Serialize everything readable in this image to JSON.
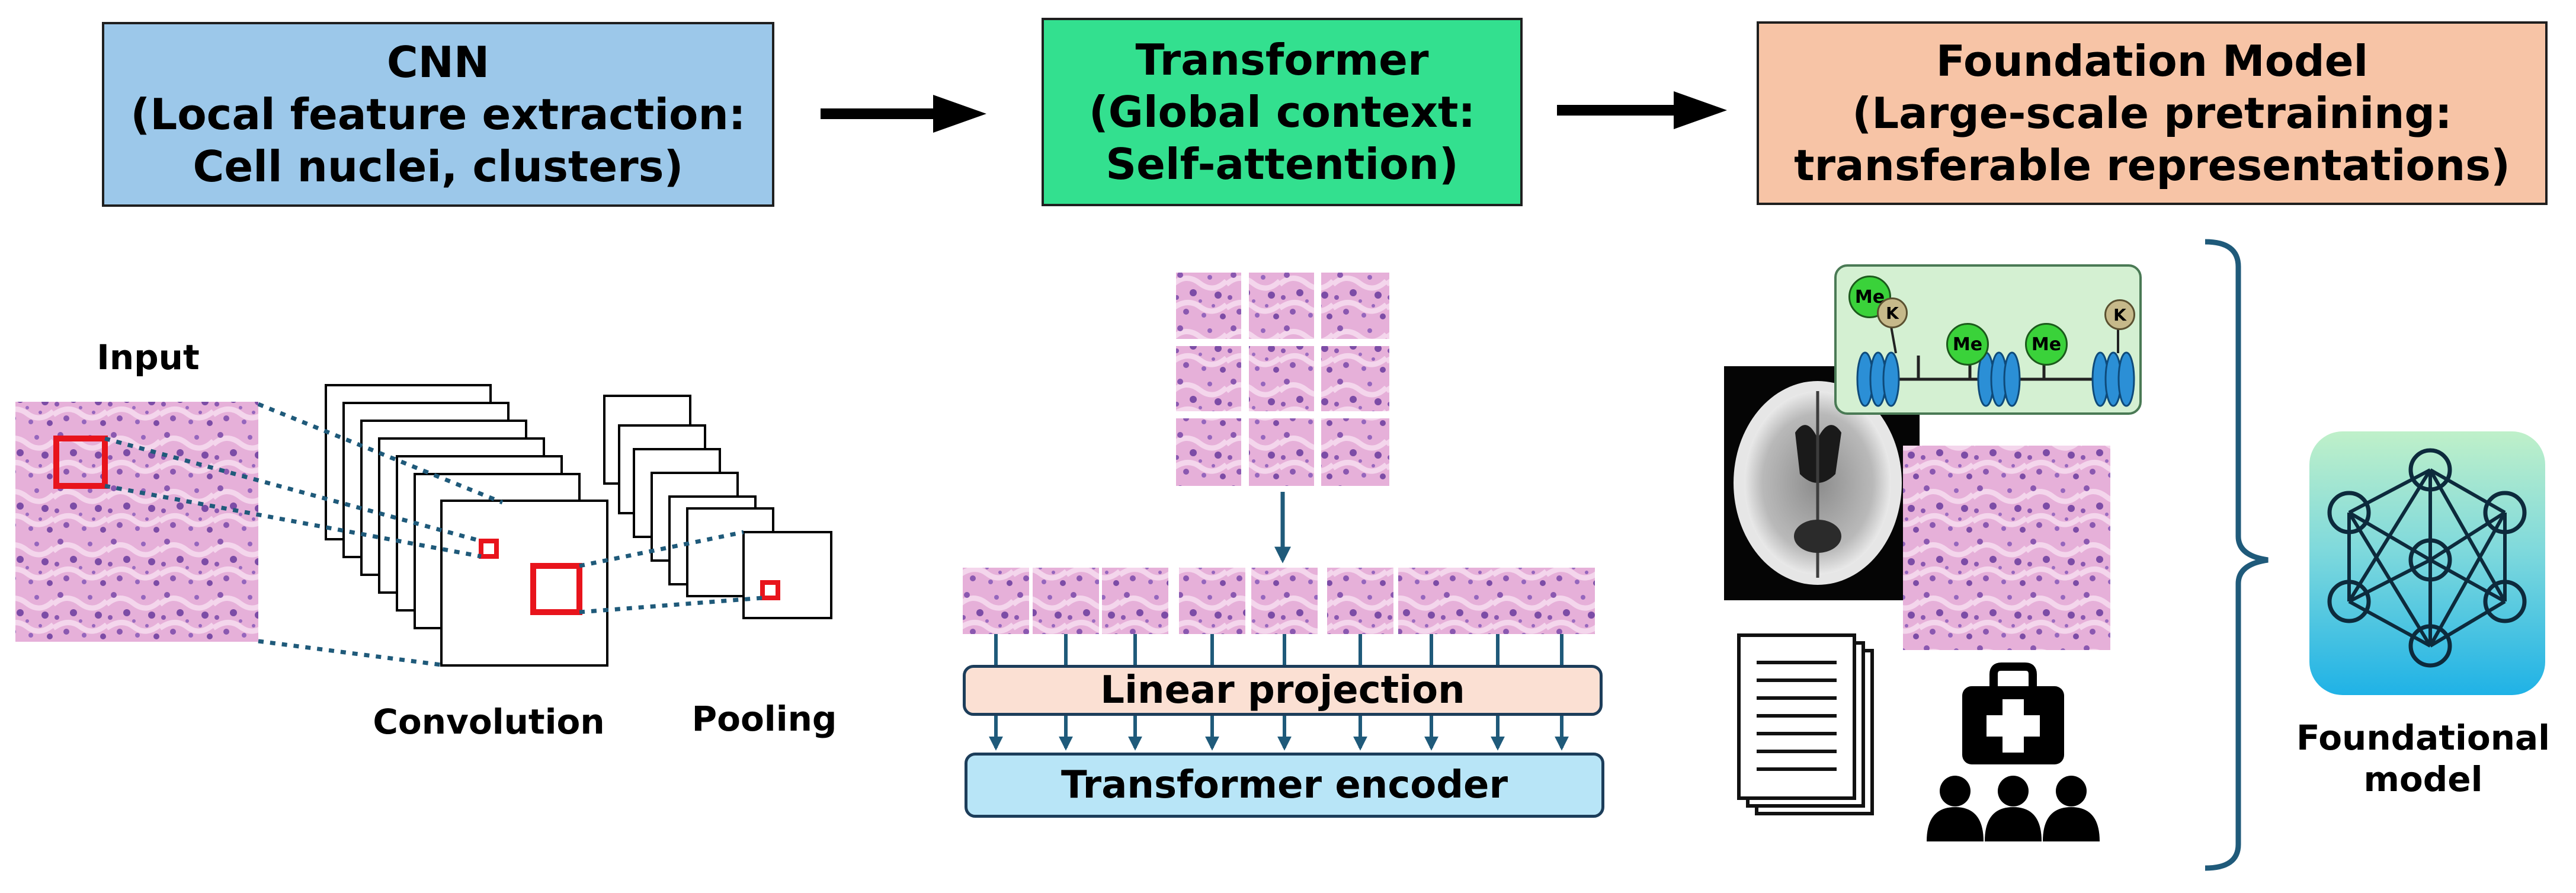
{
  "headers": {
    "cnn": {
      "title": "CNN",
      "line2": "(Local feature extraction:",
      "line3": "Cell nuclei, clusters)",
      "color": "#9cc8ea"
    },
    "transformer": {
      "title": "Transformer",
      "line2": "(Global context:",
      "line3": "Self-attention)",
      "color": "#33e08f"
    },
    "foundation": {
      "title": "Foundation Model",
      "line2": "(Large-scale pretraining:",
      "line3": "transferable representations)",
      "color": "#f7c4a6"
    }
  },
  "cnn_panel": {
    "input_label": "Input",
    "convolution_label": "Convolution",
    "pooling_label": "Pooling"
  },
  "transformer_panel": {
    "linear_projection_label": "Linear projection",
    "encoder_label": "Transformer encoder"
  },
  "foundation_panel": {
    "epigenetic_tags": {
      "methyl": "Me",
      "lysine": "K"
    },
    "model_label_line1": "Foundational",
    "model_label_line2": "model",
    "icons": [
      "ct-brain-scan-icon",
      "histology-slide-icon",
      "epigenetics-icon",
      "documents-icon",
      "medical-kit-icon",
      "patients-icon",
      "neural-network-icon"
    ]
  },
  "colors": {
    "tissue_pink": "#e3a8d6",
    "tissue_purple": "#8a58b0",
    "highlight_red": "#e8141c",
    "arrow_blue": "#1f5a7a",
    "proj_fill": "#fbe0d3",
    "encoder_fill": "#b8e5f7",
    "epi_bg": "#d4f0d2",
    "nucleosome_blue": "#2b8fd6",
    "methyl_green": "#3ad23a",
    "k_tan": "#c6b98a",
    "nn_top": "#bff0c9",
    "nn_bottom": "#27b6e6"
  }
}
